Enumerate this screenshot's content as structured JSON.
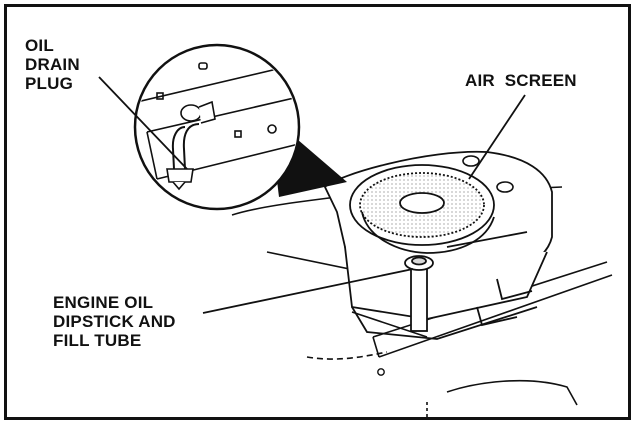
{
  "labels": {
    "oil_drain_plug": [
      "OIL",
      "DRAIN",
      "PLUG"
    ],
    "air_screen": "AIR  SCREEN",
    "dipstick": [
      "ENGINE OIL",
      "DIPSTICK AND",
      "FILL TUBE"
    ]
  },
  "colors": {
    "ink": "#111111",
    "shade": "#bfbfbf",
    "paper": "#ffffff"
  }
}
